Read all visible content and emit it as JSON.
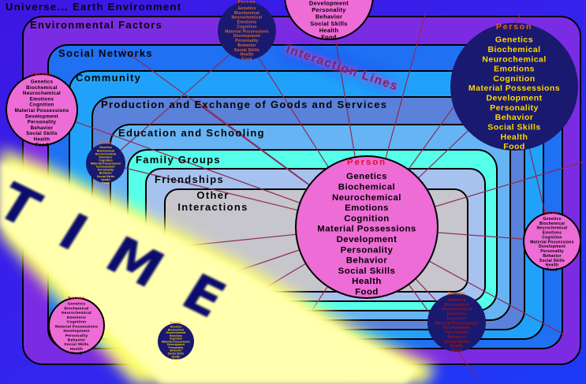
{
  "layers": [
    {
      "label": "Universe... Earth Environment",
      "color": "#3626ec"
    },
    {
      "label": "Environmental Factors",
      "color": "#7b2ce2"
    },
    {
      "label": "Social Networks",
      "color": "#1f70f2"
    },
    {
      "label": "Community",
      "color": "#21a2fa"
    },
    {
      "label": "Production and Exchange of Goods and Services",
      "color": "#5b82da"
    },
    {
      "label": "Education and Schooling",
      "color": "#66b4f4"
    },
    {
      "label": "Family Groups",
      "color": "#55ffea"
    },
    {
      "label": "Friendships",
      "color": "#a6c2ee"
    },
    {
      "label": "Other Interactions",
      "color": "#c6c6cc"
    }
  ],
  "person": {
    "title": "Person",
    "attributes": [
      "Genetics",
      "Biochemical",
      "Neurochemical",
      "Emotions",
      "Cognition",
      "Material Possessions",
      "Development",
      "Personality",
      "Behavior",
      "Social Skills",
      "Health",
      "Food"
    ]
  },
  "overlays": {
    "interaction_lines_label": "Interaction Lines",
    "time_label": "TIME"
  },
  "colors": {
    "pink": "#ee6cd6",
    "navy": "#191970",
    "title_red": "#e01030",
    "title_orange": "#f06010",
    "list_yellow": "#ffd800",
    "list_orange": "#e06c28",
    "list_darkred": "#a01518",
    "line": "#8e2a56",
    "beam": "#ffff70",
    "beam_core": "#ffffae",
    "time_text": "#0c0c6c",
    "interaction_label": "#7c2468"
  }
}
